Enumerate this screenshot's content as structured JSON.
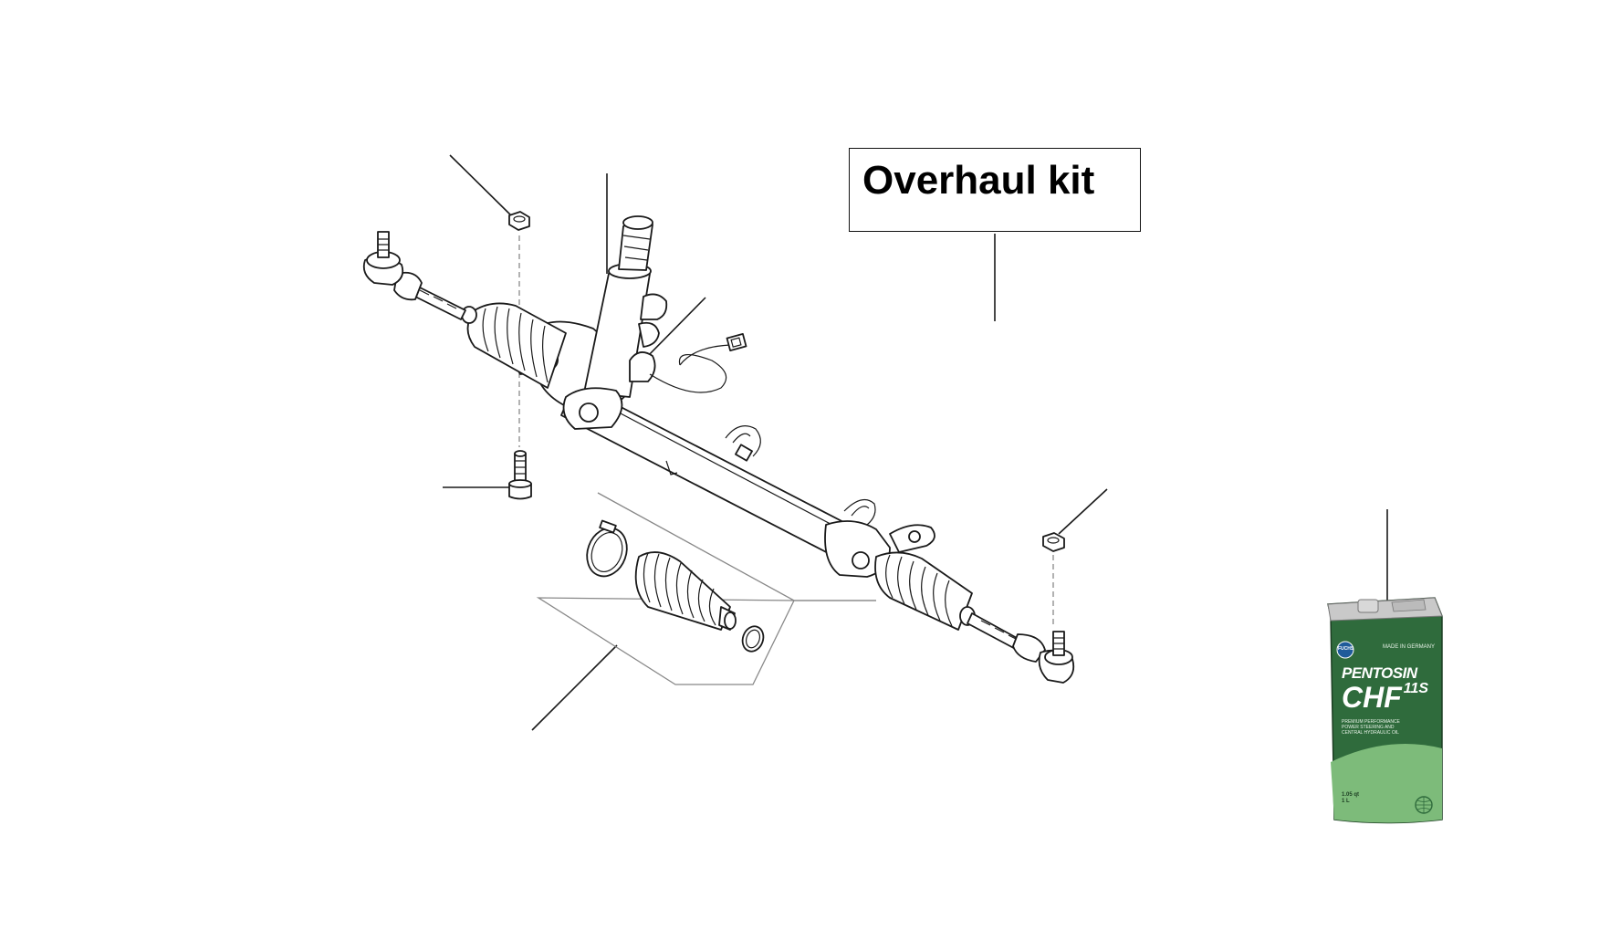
{
  "callout": {
    "label": "Overhaul kit"
  },
  "oil_can": {
    "maker": "FUCHS",
    "made_in": "MADE IN GERMANY",
    "product": "PENTOSIN",
    "grade": "CHF",
    "grade_suffix": "11S",
    "description_1": "PREMIUM PERFORMANCE",
    "description_2": "POWER STEERING AND",
    "description_3": "CENTRAL HYDRAULIC OIL",
    "volume_1": "1.05 qt",
    "volume_2": "1 L",
    "colors": {
      "body": "#2f6b3c",
      "band": "#7dbb7a",
      "lid": "#c9c9c9"
    }
  }
}
